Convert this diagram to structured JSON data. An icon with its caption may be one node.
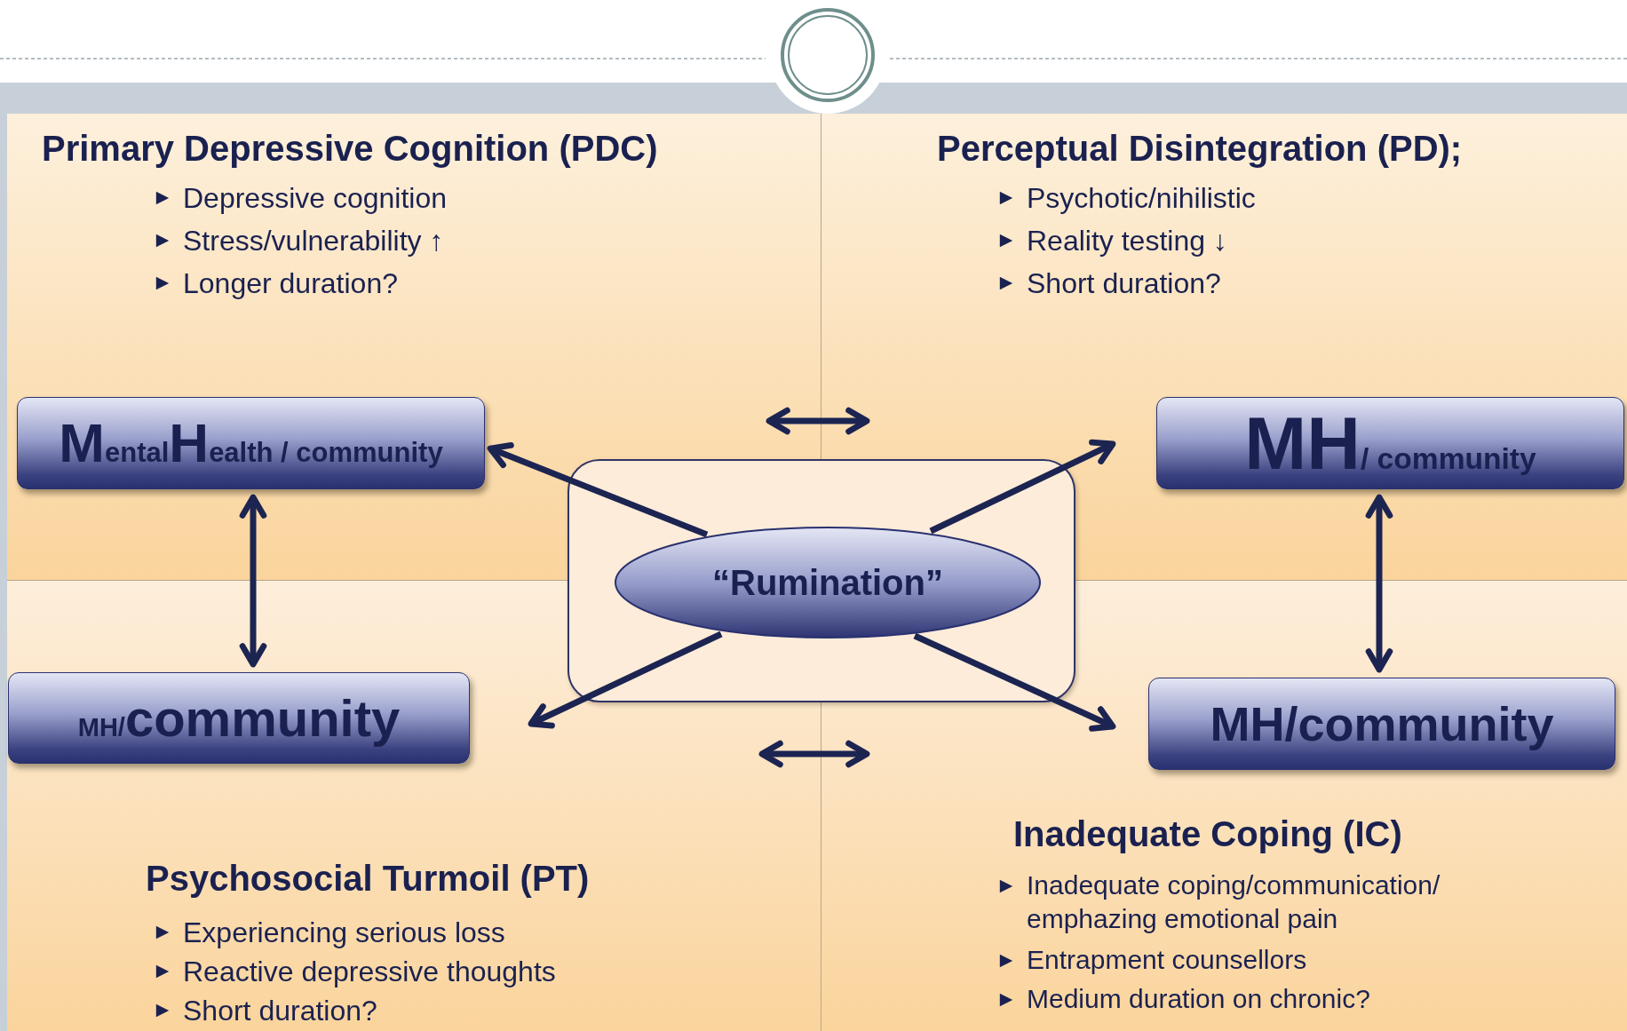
{
  "diagram": {
    "nodes": [
      {
        "text": [
          "Primary Depressive Cognition (PDC)",
          "Depressive cognition",
          "Stress/vulnerability ↑",
          "Longer duration?"
        ]
      },
      {
        "text": [
          "M$_{ental}$H$_{ealth / community}$"
        ],
        "in": 0
      },
      {
        "text": [
          "Perceptual Disintegration (PD);",
          "Psychotic/nihilistic",
          "Reality testing ↓",
          "Short duration?"
        ]
      },
      {
        "text": [
          "MH$_{/ community}$"
        ],
        "in": 2
      },
      {
        "text": [],
        "shape": "box"
      },
      {
        "text": [
          "“Rumination”"
        ],
        "in": 4
      },
      {
        "text": [
          "Psychosocial Turmoil (PT)",
          "Experiencing serious loss",
          "Reactive depressive thoughts",
          "Short duration?"
        ]
      },
      {
        "text": [
          "$_{MH/}$community"
        ],
        "in": 6
      },
      {
        "text": [
          "Inadequate Coping (IC)",
          "Inadequate coping/communication/ emphazing emotional pain",
          "Entrapment counsellors",
          "Medium duration on chronic?"
        ]
      },
      {
        "text": [
          "MH/community"
        ],
        "in": 8
      }
    ],
    "edges": [
      {
        "from": 5,
        "to": 1,
        "arrow": "to"
      },
      {
        "from": 5,
        "to": 3,
        "arrow": "to"
      },
      {
        "from": 5,
        "to": 7,
        "arrow": "to"
      },
      {
        "from": 5,
        "to": 9,
        "arrow": "to"
      },
      {
        "from": 1,
        "to": 7,
        "arrow": "both"
      },
      {
        "from": 3,
        "to": 9,
        "arrow": "both"
      },
      {
        "from": 0,
        "to": 2,
        "arrow": "both"
      },
      {
        "from": 6,
        "to": 8,
        "arrow": "both"
      }
    ]
  }
}
